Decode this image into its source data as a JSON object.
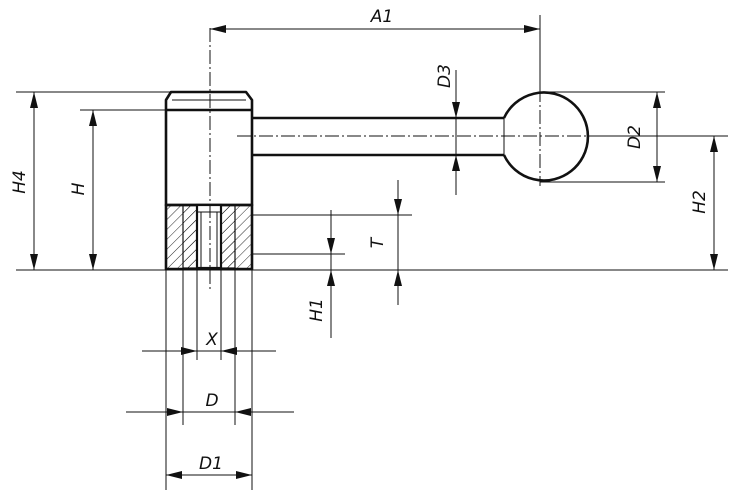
{
  "labels": {
    "A1": "A1",
    "D3": "D3",
    "D2": "D2",
    "H4": "H4",
    "H": "H",
    "H2": "H2",
    "T": "T",
    "H1": "H1",
    "X": "X",
    "D": "D",
    "D1": "D1"
  }
}
